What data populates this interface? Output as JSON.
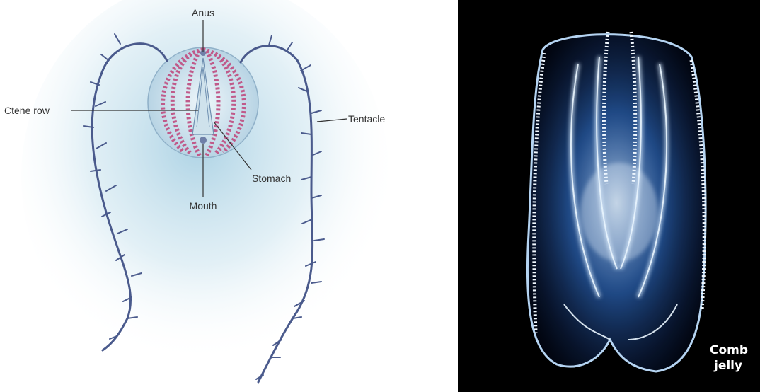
{
  "diagram": {
    "labels": {
      "anus": "Anus",
      "ctene_row": "Ctene row",
      "tentacle": "Tentacle",
      "stomach": "Stomach",
      "mouth": "Mouth"
    },
    "colors": {
      "background_glow": "#b9dbe8",
      "tentacle": "#4a5a8c",
      "ctene": "#c05a8a",
      "body": "#d9e9f0",
      "leader_line": "#333333"
    }
  },
  "photo": {
    "caption_line1": "Comb",
    "caption_line2": "jelly",
    "colors": {
      "background": "#000000",
      "glow": "#3c8cff",
      "comb_rows": "#e8f4ff"
    }
  }
}
